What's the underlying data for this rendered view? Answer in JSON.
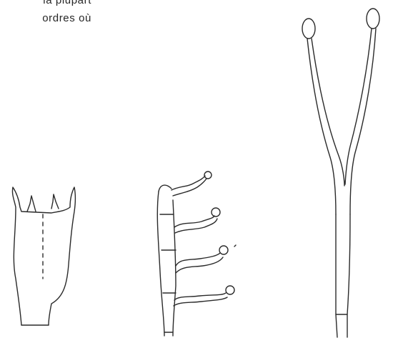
{
  "text": {
    "line1": "la plupart",
    "line2": "ordres où"
  },
  "figures": [
    {
      "name": "figure-1",
      "description_icon": "trichome-with-two-horns"
    },
    {
      "name": "figure-2",
      "description_icon": "branched-glandular-hair"
    },
    {
      "name": "figure-3",
      "description_icon": "forked-glandular-hair"
    }
  ],
  "colors": {
    "ink": "#2a2a2a",
    "background": "#ffffff"
  }
}
